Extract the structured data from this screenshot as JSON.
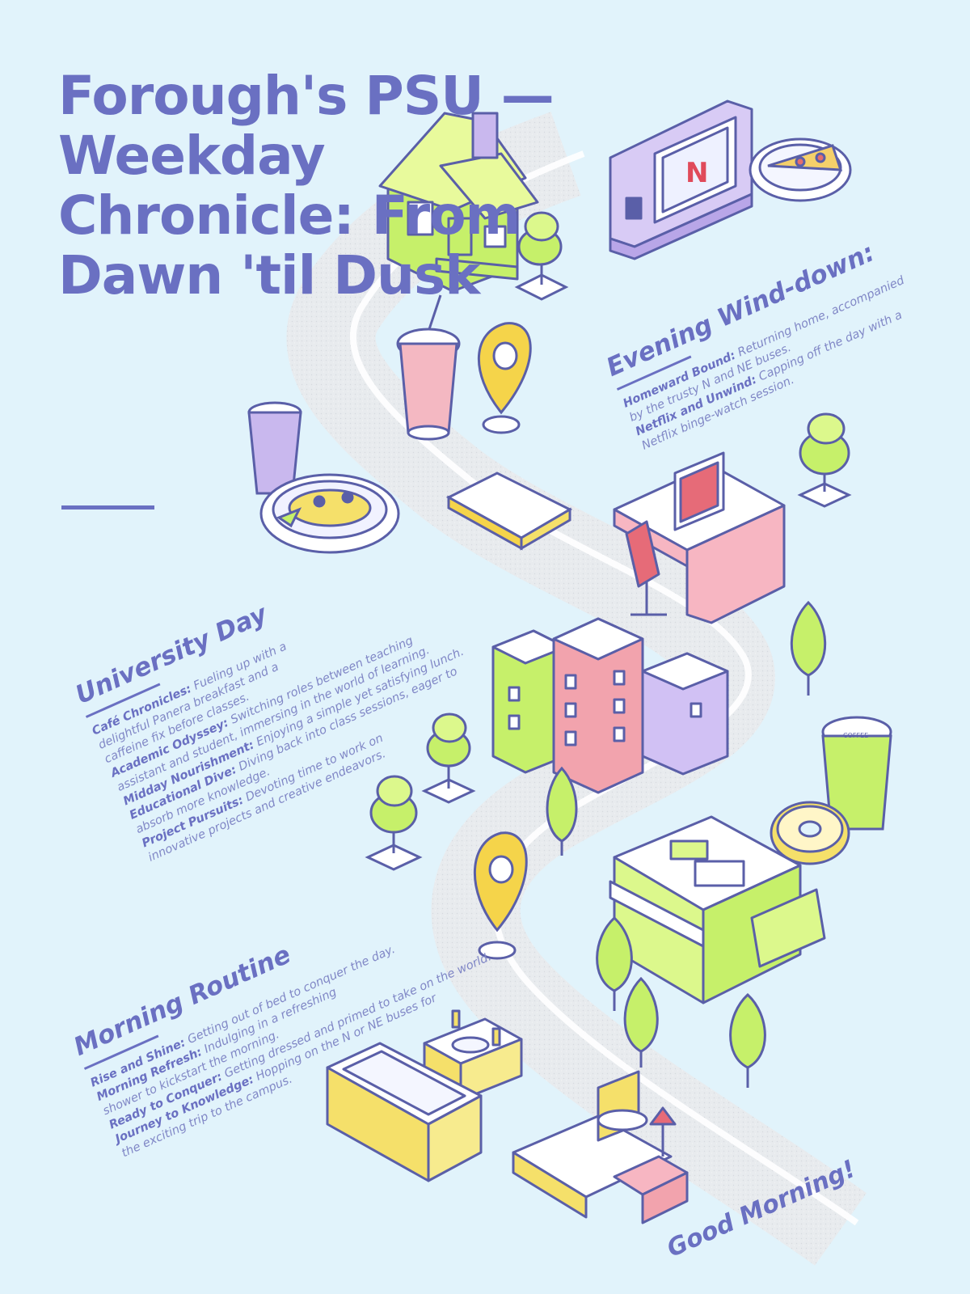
{
  "title": "Forough's PSU — Weekday Chronicle: From Dawn 'til Dusk",
  "colors": {
    "background": "#e1f3fb",
    "accent": "#6a70c2",
    "lime": "#c6f06a",
    "pink": "#f2a3ad",
    "lavender": "#c9b8ee",
    "yellow": "#f5e06a",
    "road": "#e9ecee"
  },
  "evening": {
    "heading": "Evening Wind-down:",
    "items": [
      {
        "label": "Homeward Bound:",
        "text": " Returning home, accompanied",
        "cont": [
          "by the trusty N and NE buses."
        ]
      },
      {
        "label": "Netflix and Unwind:",
        "text": " Capping off the day with a",
        "cont": [
          "Netflix binge-watch session."
        ]
      }
    ]
  },
  "university": {
    "heading": "University Day",
    "items": [
      {
        "label": "Café Chronicles:",
        "text": " Fueling up with a",
        "cont": [
          "delightful Panera breakfast and a",
          "caffeine fix before classes."
        ]
      },
      {
        "label": "Academic Odyssey:",
        "text": " Switching roles between teaching",
        "cont": [
          "assistant and student, immersing in the world of learning."
        ]
      },
      {
        "label": "Midday Nourishment:",
        "text": " Enjoying a simple yet satisfying lunch.",
        "cont": []
      },
      {
        "label": "Educational Dive:",
        "text": " Diving back into class sessions, eager to",
        "cont": [
          "absorb more knowledge."
        ]
      },
      {
        "label": "Project Pursuits:",
        "text": " Devoting time to work on",
        "cont": [
          "innovative projects and creative endeavors."
        ]
      }
    ]
  },
  "morning": {
    "heading": "Morning Routine",
    "items": [
      {
        "label": "Rise and Shine:",
        "text": " Getting out of bed to conquer the day.",
        "cont": []
      },
      {
        "label": "Morning Refresh:",
        "text": " Indulging in a refreshing",
        "cont": [
          "shower to kickstart the morning."
        ]
      },
      {
        "label": "Ready to Conquer:",
        "text": " Getting dressed and primed to take on the world.",
        "cont": []
      },
      {
        "label": "Journey to Knowledge:",
        "text": " Hopping on the N or NE buses for",
        "cont": [
          "the exciting trip to the campus."
        ]
      }
    ]
  },
  "footer": "Good Morning!",
  "icons": {
    "tv_logo": "N",
    "coffee_cup": "COFFEE"
  }
}
